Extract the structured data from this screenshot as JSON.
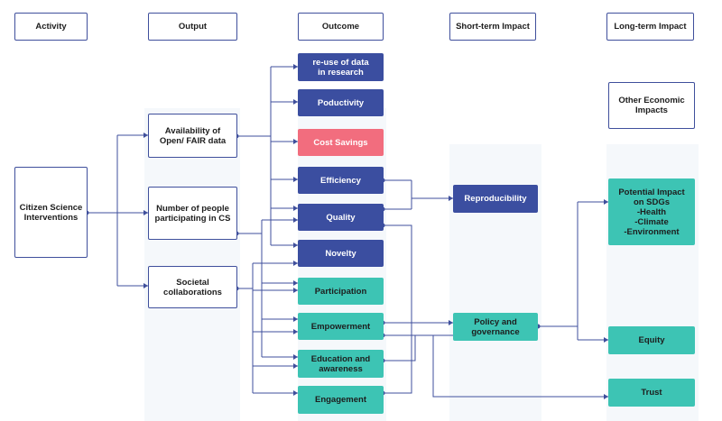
{
  "headers": {
    "activity": "Activity",
    "output": "Output",
    "outcome": "Outcome",
    "short_term": "Short-term Impact",
    "long_term": "Long-term Impact"
  },
  "activity": {
    "cs_interventions": "Citizen Science\nInterventions"
  },
  "outputs": {
    "open_fair": "Availability of\nOpen/ FAIR data",
    "participants": "Number of people\nparticipating in CS",
    "collaborations": "Societal\ncollaborations"
  },
  "outcomes": {
    "reuse": "re-use of data\nin research",
    "productivity": "Poductivity",
    "cost_savings": "Cost Savings",
    "efficiency": "Efficiency",
    "quality": "Quality",
    "novelty": "Novelty",
    "participation": "Participation",
    "empowerment": "Empowerment",
    "education": "Education and\nawareness",
    "engagement": "Engagement"
  },
  "short_term": {
    "reproducibility": "Reproducibility",
    "policy": "Policy and\ngovernance"
  },
  "long_term": {
    "other_economic": "Other Economic\nImpacts",
    "sdgs": "Potential Impact\non SDGs\n-Health\n-Climate\n-Environment",
    "equity": "Equity",
    "trust": "Trust"
  },
  "colors": {
    "navy": "#3b4ea0",
    "teal": "#3dc4b4",
    "pink": "#f26d7e",
    "line": "#3f4f9c",
    "column_shade": "#f5f8fb"
  }
}
